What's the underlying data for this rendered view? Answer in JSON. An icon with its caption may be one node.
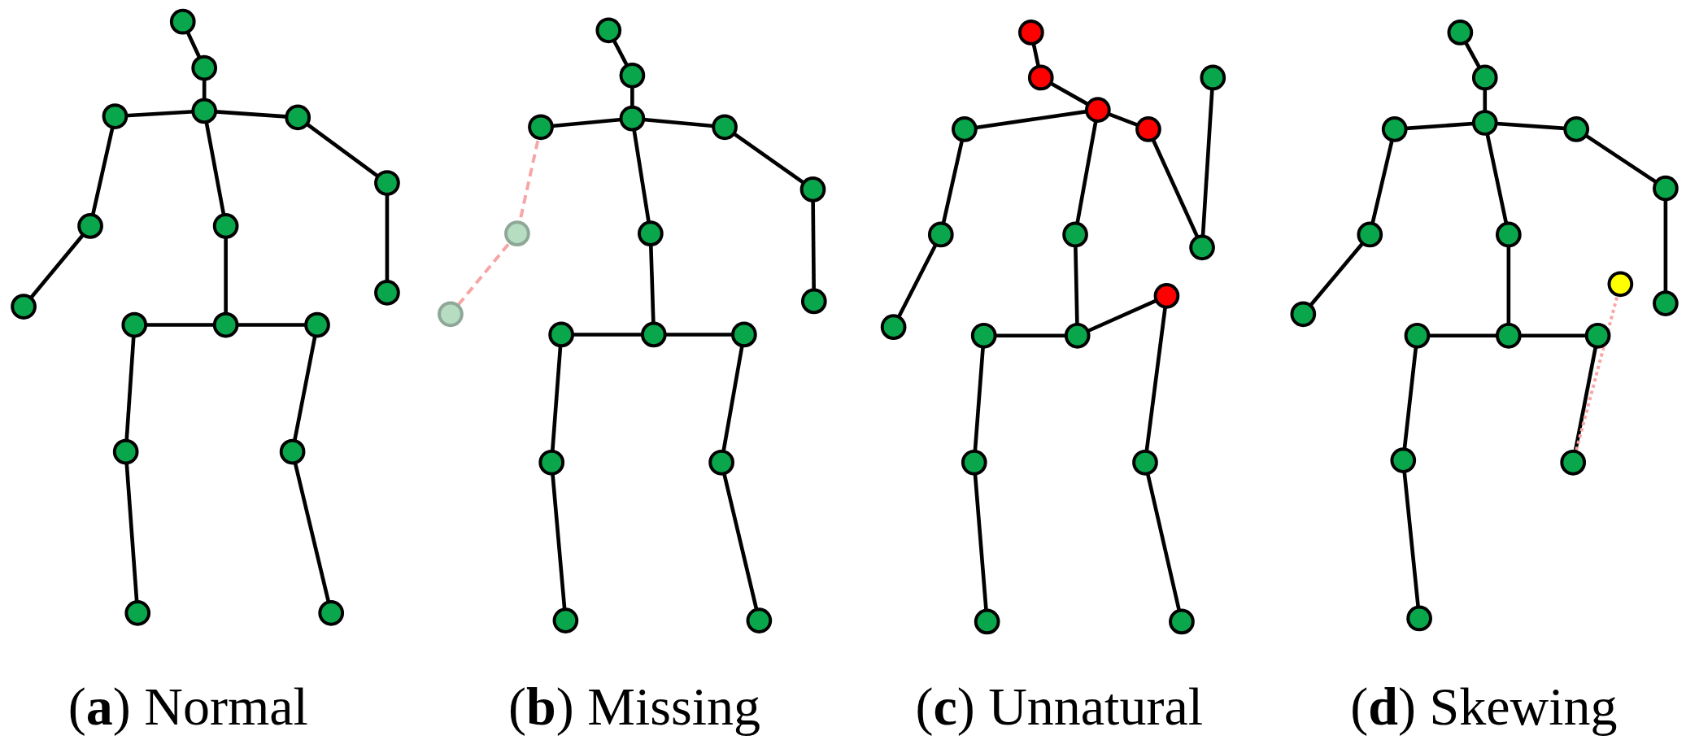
{
  "diagram": {
    "labels": [
      "(**a**) Normal",
      "(**b**) Missing",
      "(**c**) Unnatural",
      "(**d**) Skewing"
    ]
  }
}
